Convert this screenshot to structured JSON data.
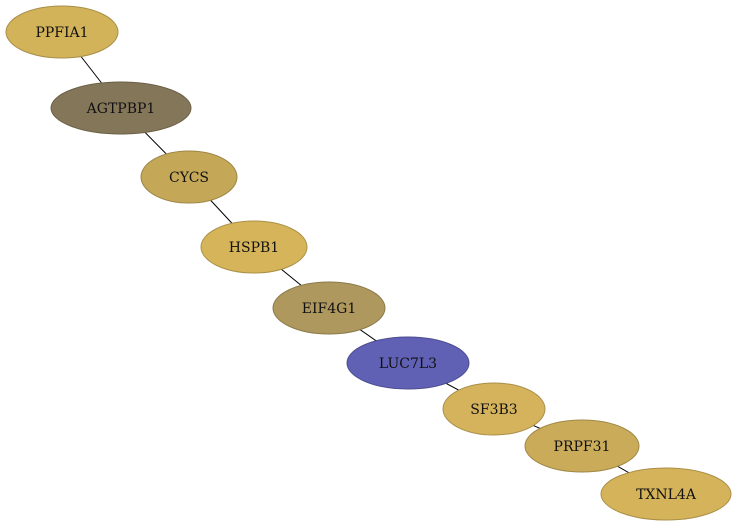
{
  "nodes": [
    {
      "id": "PPFIA1",
      "label": "PPFIA1",
      "fill": "#d2b35a"
    },
    {
      "id": "AGTPBP1",
      "label": "AGTPBP1",
      "fill": "#847759"
    },
    {
      "id": "CYCS",
      "label": "CYCS",
      "fill": "#c4a858"
    },
    {
      "id": "HSPB1",
      "label": "HSPB1",
      "fill": "#d6b55a"
    },
    {
      "id": "EIF4G1",
      "label": "EIF4G1",
      "fill": "#ae985e"
    },
    {
      "id": "LUC7L3",
      "label": "LUC7L3",
      "fill": "#6060b4"
    },
    {
      "id": "SF3B3",
      "label": "SF3B3",
      "fill": "#d4b35c"
    },
    {
      "id": "PRPF31",
      "label": "PRPF31",
      "fill": "#c9ab59"
    },
    {
      "id": "TXNL4A",
      "label": "TXNL4A",
      "fill": "#d4b35a"
    }
  ],
  "edges": [
    {
      "from": "PPFIA1",
      "to": "AGTPBP1"
    },
    {
      "from": "AGTPBP1",
      "to": "CYCS"
    },
    {
      "from": "CYCS",
      "to": "HSPB1"
    },
    {
      "from": "HSPB1",
      "to": "EIF4G1"
    },
    {
      "from": "EIF4G1",
      "to": "LUC7L3"
    },
    {
      "from": "LUC7L3",
      "to": "SF3B3"
    },
    {
      "from": "SF3B3",
      "to": "PRPF31"
    },
    {
      "from": "PRPF31",
      "to": "TXNL4A"
    }
  ]
}
